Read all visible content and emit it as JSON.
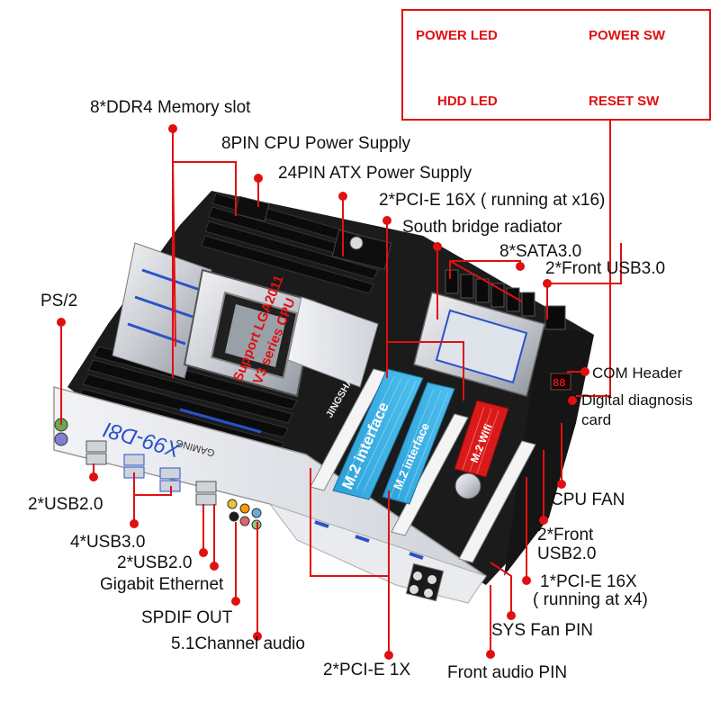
{
  "colors": {
    "accent_red": "#e01010",
    "board_black": "#1b1b1b",
    "shroud_white": "#e8eaee",
    "m2_blue": "#36a9df",
    "wifi_red": "#d81a1a"
  },
  "front_panel": {
    "power_led": "POWER LED",
    "power_sw": "POWER SW",
    "hdd_led": "HDD  LED",
    "reset_sw": "RESET SW"
  },
  "board": {
    "model": "X99-D8I",
    "series": "GAMING",
    "brand": "JINGSHA",
    "cpu_note_1": "Support LGA2011",
    "cpu_note_2": "V3 series CPU",
    "m2_a": "M.2 interface",
    "m2_b": "M.2 interface",
    "m2_wifi": "M.2 Wifi"
  },
  "callouts": {
    "ddr4": "8*DDR4 Memory slot",
    "cpu_power": "8PIN CPU Power Supply",
    "atx_power": "24PIN ATX Power Supply",
    "pcie16_x16": "2*PCI-E 16X ( running at x16)",
    "south_bridge": "South bridge radiator",
    "sata": "8*SATA3.0",
    "front_usb3": "2*Front USB3.0",
    "ps2": "PS/2",
    "com_header": "COM Header",
    "diag_1": "Digital diagnosis",
    "diag_2": "card",
    "usb2_a": "2*USB2.0",
    "cpu_fan": "CPU FAN",
    "front_usb2_1": "2*Front",
    "front_usb2_2": "USB2.0",
    "usb3": "4*USB3.0",
    "usb2_b": "2*USB2.0",
    "ethernet": "Gigabit Ethernet",
    "pcie16_x4_1": "1*PCI-E 16X",
    "pcie16_x4_2": "( running at x4)",
    "spdif": "SPDIF OUT",
    "sys_fan": "SYS Fan PIN",
    "audio51": "5.1Channel audio",
    "pcie1x": "2*PCI-E 1X",
    "front_audio": "Front audio PIN"
  }
}
